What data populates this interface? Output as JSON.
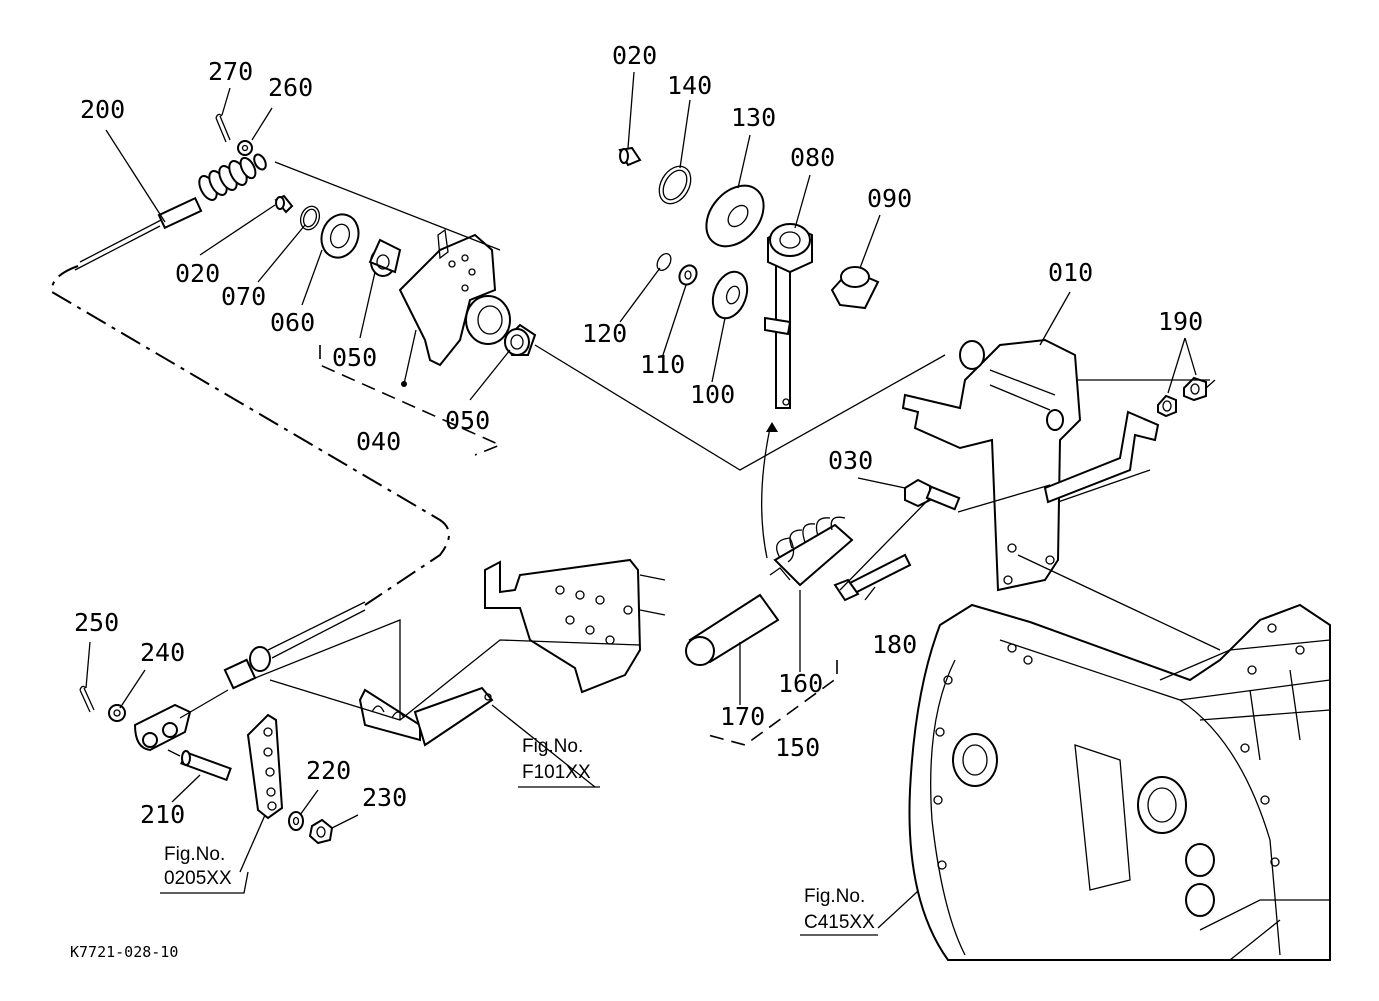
{
  "callouts": {
    "c020a": "020",
    "c140": "140",
    "c130": "130",
    "c080": "080",
    "c090": "090",
    "c010": "010",
    "c190": "190",
    "c120": "120",
    "c110": "110",
    "c100": "100",
    "c030": "030",
    "c180": "180",
    "c160": "160",
    "c170": "170",
    "c150": "150",
    "c270": "270",
    "c260": "260",
    "c200": "200",
    "c020b": "020",
    "c070": "070",
    "c060": "060",
    "c050a": "050",
    "c050b": "050",
    "c040": "040",
    "c250": "250",
    "c240": "240",
    "c220": "220",
    "c230": "230",
    "c210": "210"
  },
  "figure_refs": {
    "f101": {
      "label": "Fig.No.",
      "code": "F101XX"
    },
    "f0205": {
      "label": "Fig.No.",
      "code": "0205XX"
    },
    "c415": {
      "label": "Fig.No.",
      "code": "C415XX"
    }
  },
  "diagram_code": "K7721-028-10"
}
